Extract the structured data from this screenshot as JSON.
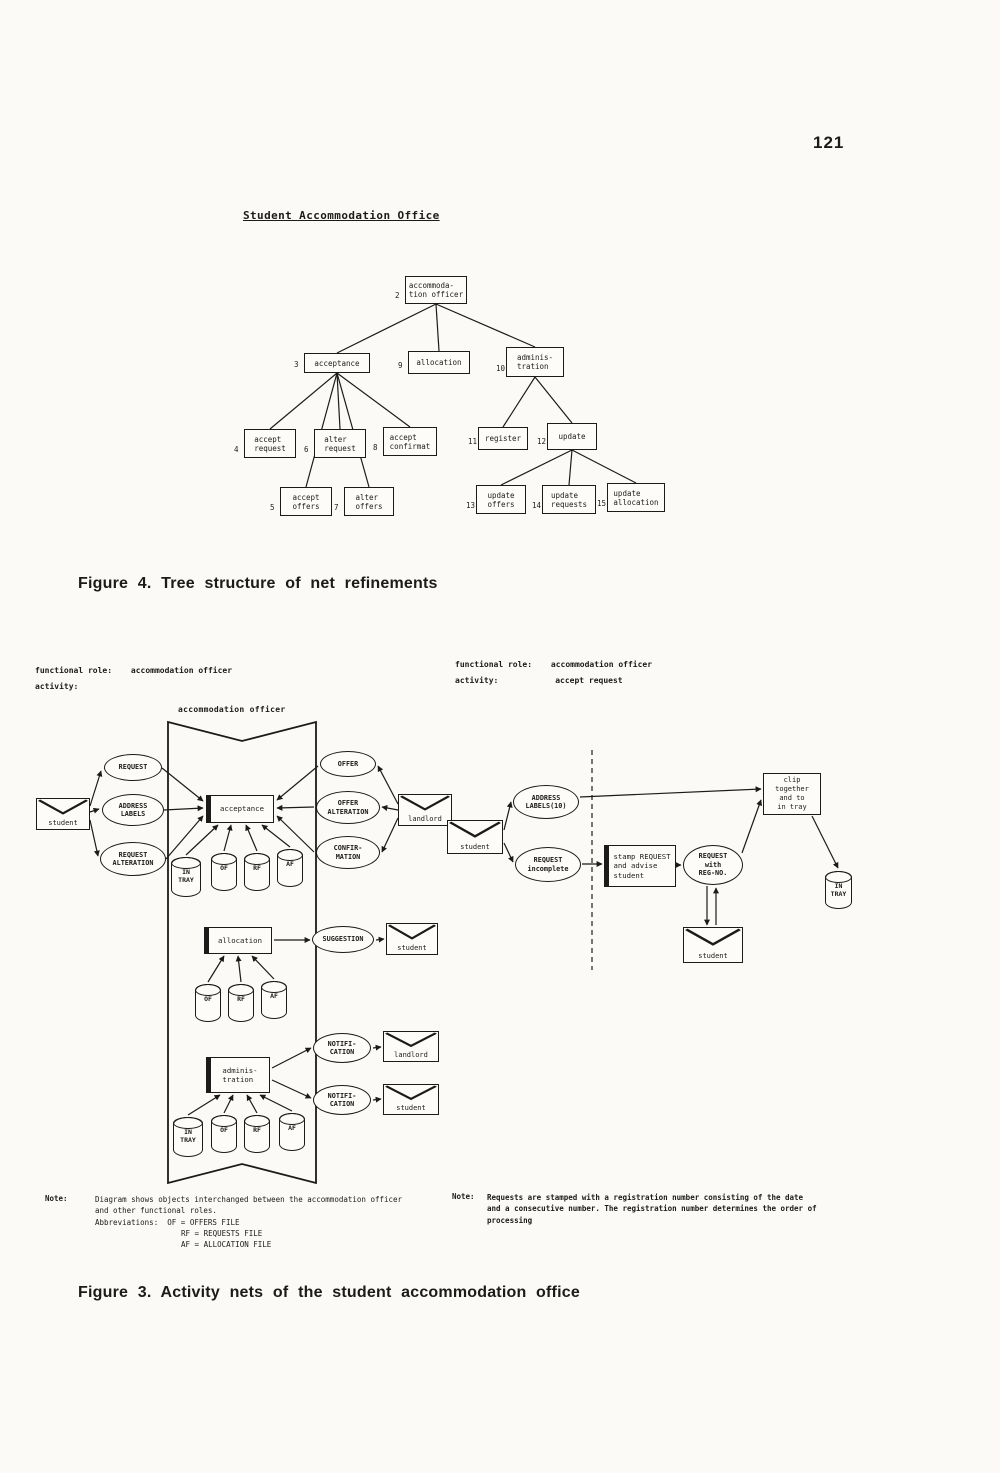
{
  "page": {
    "number": "121",
    "heading": "Student Accommodation Office"
  },
  "captions": {
    "fig4": "Figure 4. Tree structure of net refinements",
    "fig3": "Figure 3. Activity nets of the student accommodation office"
  },
  "tree": {
    "n2": {
      "num": "2",
      "label": "accommoda-\ntion officer"
    },
    "n3": {
      "num": "3",
      "label": "acceptance"
    },
    "n9": {
      "num": "9",
      "label": "allocation"
    },
    "n10": {
      "num": "10",
      "label": "adminis-\ntration"
    },
    "n4": {
      "num": "4",
      "label": "accept\nrequest"
    },
    "n5": {
      "num": "5",
      "label": "accept\noffers"
    },
    "n6": {
      "num": "6",
      "label": "alter\nrequest"
    },
    "n7": {
      "num": "7",
      "label": "alter\noffers"
    },
    "n8": {
      "num": "8",
      "label": "accept\nconfirmat"
    },
    "n11": {
      "num": "11",
      "label": "register"
    },
    "n12": {
      "num": "12",
      "label": "update"
    },
    "n13": {
      "num": "13",
      "label": "update\noffers"
    },
    "n14": {
      "num": "14",
      "label": "update\nrequests"
    },
    "n15": {
      "num": "15",
      "label": "update\nallocation"
    }
  },
  "left_net": {
    "role_label": "functional role:",
    "role_value": "accommodation officer",
    "activity_label": "activity:",
    "frame_title": "accommodation officer",
    "student1": "student",
    "request": "REQUEST",
    "address_labels": "ADDRESS\nLABELS",
    "request_alteration": "REQUEST\nALTERATION",
    "acceptance": "acceptance",
    "offer": "OFFER",
    "offer_alteration": "OFFER\nALTERATION",
    "confirmation": "CONFIR-\nMATION",
    "landlord1": "landlord",
    "in_tray1": "IN\nTRAY",
    "of1": "OF",
    "rf1": "RF",
    "af1": "AF",
    "allocation": "allocation",
    "of2": "OF",
    "rf2": "RF",
    "af2": "AF",
    "suggestion": "SUGGESTION",
    "student2": "student",
    "administration": "adminis-\ntration",
    "notification1": "NOTIFI-\nCATION",
    "landlord2": "landlord",
    "notification2": "NOTIFI-\nCATION",
    "student3": "student",
    "in_tray2": "IN\nTRAY",
    "of3": "OF",
    "rf3": "RF",
    "af3": "AF"
  },
  "right_net": {
    "role_label": "functional role:",
    "role_value": "accommodation officer",
    "activity_label": "activity:",
    "activity_value": "accept request",
    "student1": "student",
    "address_labels": "ADDRESS\nLABELS(10)",
    "request_incomplete": "REQUEST\nincomplete",
    "stamp_box": "stamp REQUEST\nand advise\nstudent",
    "request_regno": "REQUEST\nwith\nREG-NO.",
    "clip_box": "clip\ntogether\nand to\nin tray",
    "in_tray": "IN\nTRAY",
    "student2": "student"
  },
  "notes": {
    "left_label": "Note:",
    "left_line1": "Diagram shows objects interchanged between the accommodation officer",
    "left_line2": "and other functional roles.",
    "abbr_label": "Abbreviations:",
    "abbr1": "OF = OFFERS FILE",
    "abbr2": "RF = REQUESTS FILE",
    "abbr3": "AF = ALLOCATION FILE",
    "right_label": "Note:",
    "right_text": "Requests are stamped with a registration number consisting of the date and a consecutive number. The registration number determines the order of processing"
  }
}
